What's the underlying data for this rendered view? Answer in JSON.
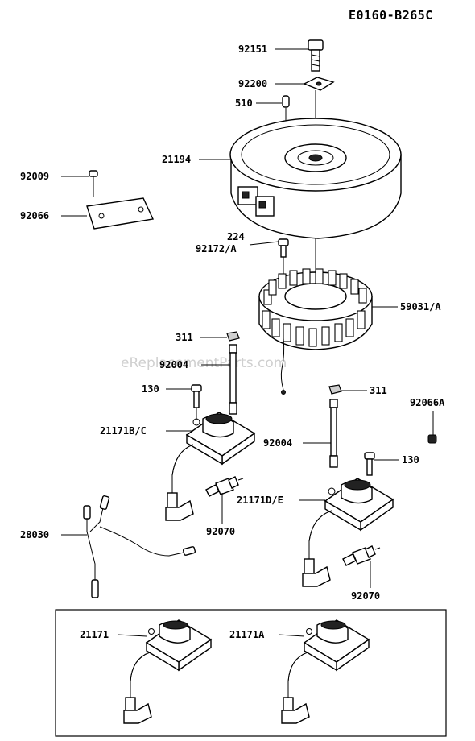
{
  "diagram_code": "E0160-B265C",
  "watermark": "eReplacementParts.com",
  "labels": {
    "p92151": "92151",
    "p92200": "92200",
    "p510": "510",
    "p21194": "21194",
    "p92009": "92009",
    "p92066": "92066",
    "p224": "224",
    "p92172A": "92172/A",
    "p59031A": "59031/A",
    "p311a": "311",
    "p92004a": "92004",
    "p130a": "130",
    "p21171BC": "21171B/C",
    "p311b": "311",
    "p92066A": "92066A",
    "p92004b": "92004",
    "p130b": "130",
    "p21171DE": "21171D/E",
    "p28030": "28030",
    "p92070a": "92070",
    "p92070b": "92070",
    "p21171": "21171",
    "p21171A": "21171A"
  }
}
